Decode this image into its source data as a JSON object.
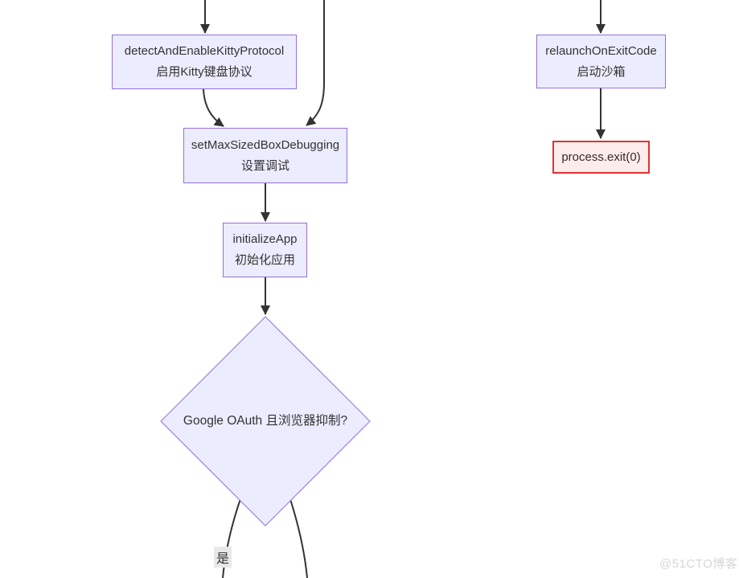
{
  "diagram": {
    "type": "flowchart",
    "nodes": {
      "detect": {
        "name": "detectAndEnableKittyProtocol",
        "subtitle": "启用Kitty键盘协议"
      },
      "setmax": {
        "name": "setMaxSizedBoxDebugging",
        "subtitle": "设置调试"
      },
      "init": {
        "name": "initializeApp",
        "subtitle": "初始化应用"
      },
      "decision": {
        "question": "Google OAuth 且浏览器抑制?"
      },
      "relaunch": {
        "name": "relaunchOnExitCode",
        "subtitle": "启动沙箱"
      },
      "exit": {
        "label": "process.exit(0)"
      }
    },
    "edge_labels": {
      "yes": "是"
    },
    "colors": {
      "node_fill": "#ECECFF",
      "node_border": "#9370DB",
      "edge_stroke": "#333333",
      "text": "#333333",
      "exit_fill": "#FDECEC",
      "exit_border": "#E03131",
      "edge_label_bg": "#E8E8E8",
      "watermark": "#D6D6D6"
    }
  },
  "watermark": {
    "text": "@51CTO博客"
  }
}
